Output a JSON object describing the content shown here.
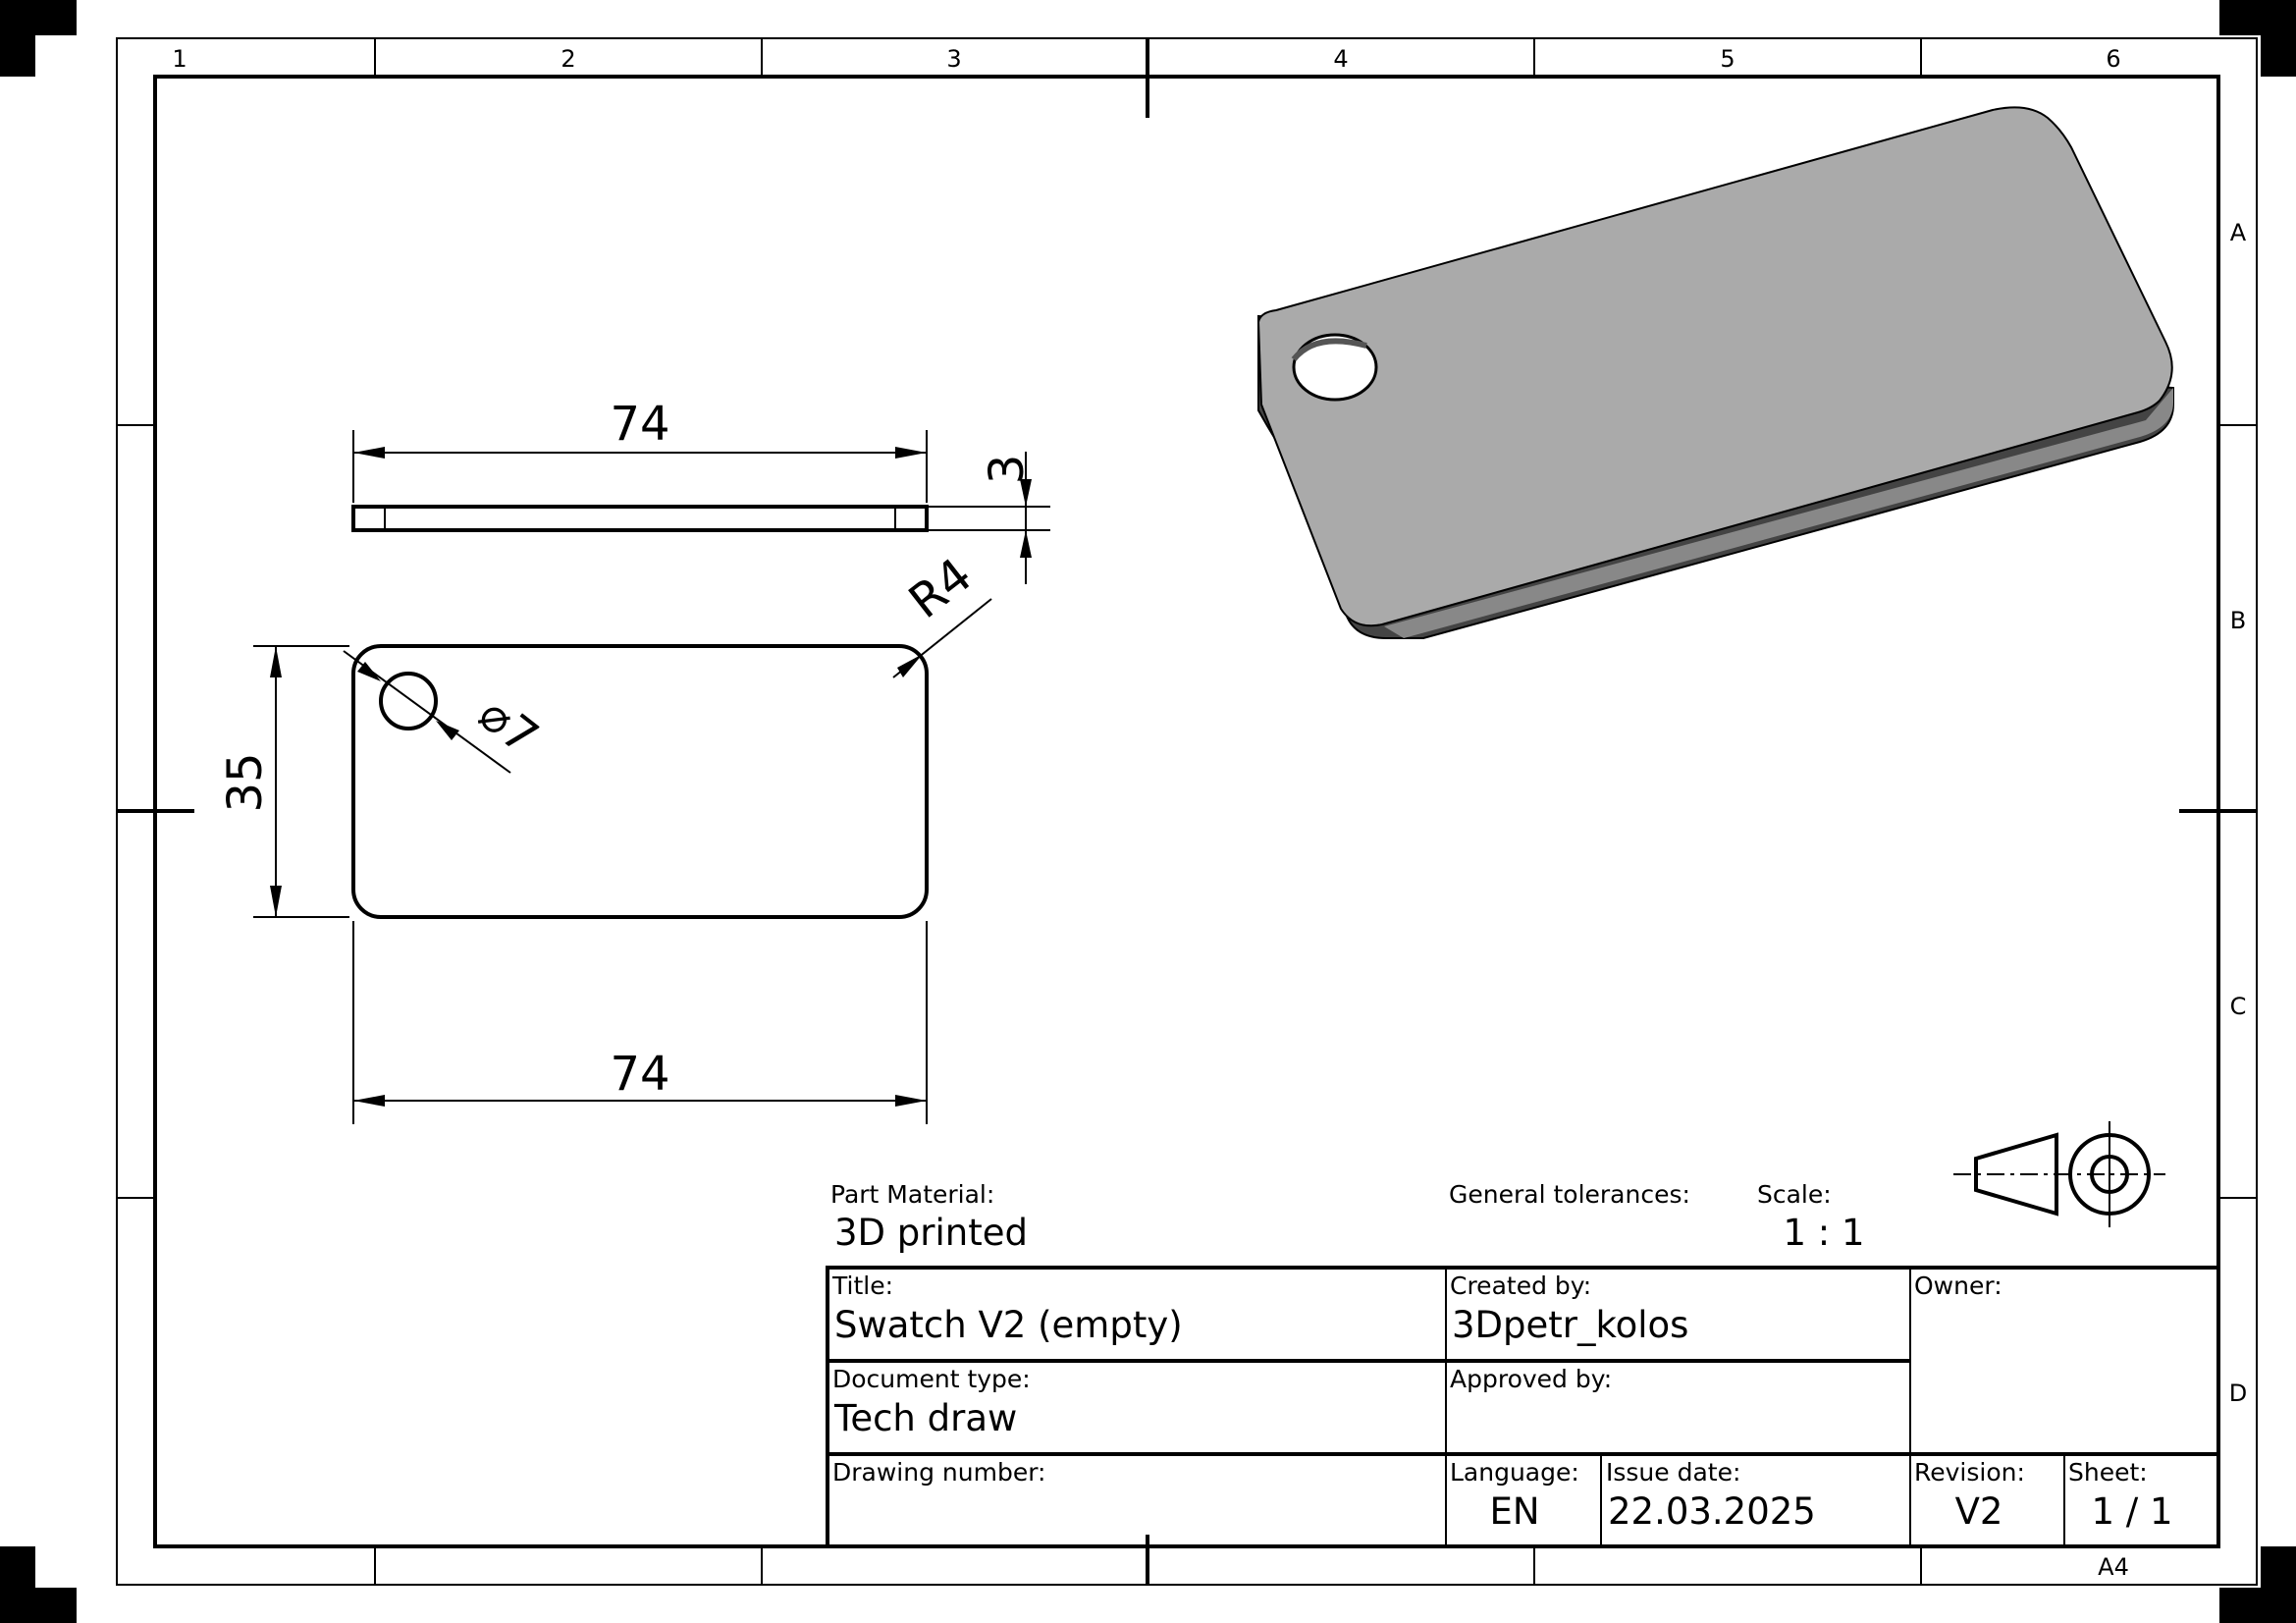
{
  "grid": {
    "columns": [
      "1",
      "2",
      "3",
      "4",
      "5",
      "6"
    ],
    "rows": [
      "A",
      "B",
      "C",
      "D"
    ]
  },
  "dimensions": {
    "top_width": "74",
    "thickness": "3",
    "radius": "R4",
    "hole": "⌀7",
    "height": "35",
    "bottom_width": "74"
  },
  "material": {
    "label": "Part Material:",
    "value": "3D printed"
  },
  "tolerances": {
    "label": "General tolerances:"
  },
  "scale": {
    "label": "Scale:",
    "value": "1 : 1"
  },
  "title_block": {
    "title_label": "Title:",
    "title_value": "Swatch V2 (empty)",
    "created_label": "Created by:",
    "created_value": "3Dpetr_kolos",
    "owner_label": "Owner:",
    "doctype_label": "Document type:",
    "doctype_value": "Tech draw",
    "approved_label": "Approved by:",
    "drawing_number_label": "Drawing number:",
    "language_label": "Language:",
    "language_value": "EN",
    "issue_label": "Issue date:",
    "issue_value": "22.03.2025",
    "revision_label": "Revision:",
    "revision_value": "V2",
    "sheet_label": "Sheet:",
    "sheet_value": "1 / 1",
    "format": "A4"
  },
  "colors": {
    "part_face": "#aaaaaa",
    "part_side": "#444444",
    "line": "#000000"
  }
}
